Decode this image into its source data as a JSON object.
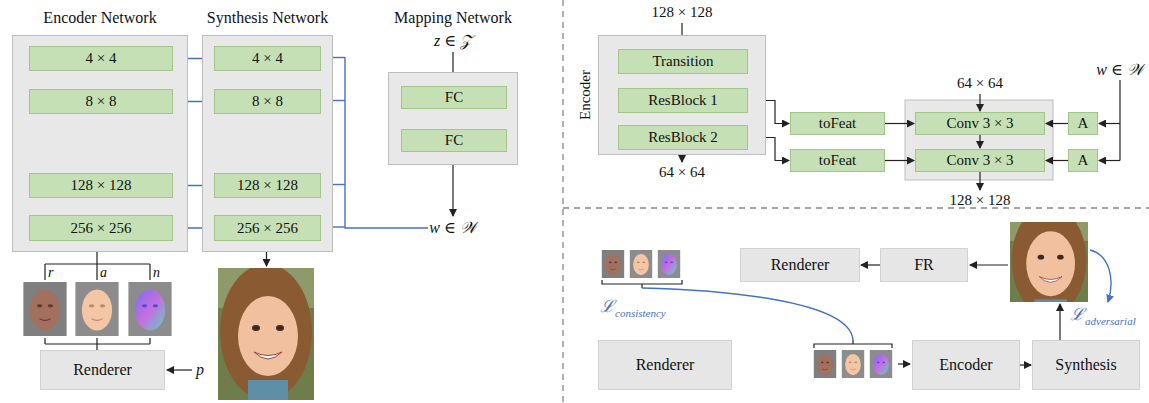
{
  "diagram": {
    "nodes": [
      {
        "text": [
          "Encoder Network"
        ]
      },
      {
        "text": [
          "4 × 4"
        ],
        "in": 0
      },
      {
        "text": [
          "8 × 8"
        ],
        "in": 0
      },
      {
        "text": [
          "128 × 128"
        ],
        "in": 0
      },
      {
        "text": [
          "256 × 256"
        ],
        "in": 0
      },
      {
        "text": [
          "Synthesis Network"
        ]
      },
      {
        "text": [
          "4 × 4"
        ],
        "in": 5
      },
      {
        "text": [
          "8 × 8"
        ],
        "in": 5
      },
      {
        "text": [
          "128 × 128"
        ],
        "in": 5
      },
      {
        "text": [
          "256 × 256"
        ],
        "in": 5
      },
      {
        "text": [
          "Mapping Network"
        ]
      },
      {
        "text": [
          "FC"
        ],
        "in": 10
      },
      {
        "text": [
          "FC"
        ],
        "in": 10
      },
      {
        "text": [
          "Renderer"
        ]
      },
      {
        "text": [
          "Encoder"
        ]
      },
      {
        "text": [
          "Transition"
        ],
        "in": 14
      },
      {
        "text": [
          "ResBlock 1"
        ],
        "in": 14
      },
      {
        "text": [
          "ResBlock 2"
        ],
        "in": 14
      },
      {
        "text": [
          "toFeat"
        ]
      },
      {
        "text": [
          "toFeat"
        ]
      },
      {
        "text": [
          "Conv 3 × 3"
        ]
      },
      {
        "text": [
          "Conv 3 × 3"
        ]
      },
      {
        "text": [
          "A"
        ]
      },
      {
        "text": [
          "A"
        ]
      },
      {
        "text": [
          "Renderer"
        ]
      },
      {
        "text": [
          "FR"
        ]
      },
      {
        "text": [
          "Renderer"
        ]
      },
      {
        "text": [
          "Encoder"
        ]
      },
      {
        "text": [
          "Synthesis"
        ]
      }
    ],
    "edges": [
      {
        "from": 1,
        "to": 6,
        "arrow": "to"
      },
      {
        "from": 2,
        "to": 7,
        "arrow": "to"
      },
      {
        "from": 3,
        "to": 8,
        "arrow": "to"
      },
      {
        "from": 4,
        "to": 9,
        "arrow": "to"
      },
      {
        "from": 2,
        "to": 1,
        "arrow": "to"
      },
      {
        "from": 4,
        "to": 3,
        "arrow": "to"
      },
      {
        "from": 6,
        "to": 7,
        "arrow": "to"
      },
      {
        "from": 8,
        "to": 9,
        "arrow": "to"
      },
      {
        "from": 11,
        "to": 12,
        "arrow": "to"
      },
      {
        "from": 16,
        "to": 18,
        "arrow": "to"
      },
      {
        "from": 17,
        "to": 19,
        "arrow": "to"
      },
      {
        "from": 18,
        "to": 20,
        "arrow": "to"
      },
      {
        "from": 19,
        "to": 21,
        "arrow": "to"
      },
      {
        "from": 22,
        "to": 20,
        "arrow": "to"
      },
      {
        "from": 23,
        "to": 21,
        "arrow": "to"
      },
      {
        "from": 25,
        "to": 24,
        "arrow": "to"
      },
      {
        "from": 27,
        "to": 28,
        "arrow": "to"
      }
    ],
    "labels": [
      "z ∈ 𝒵",
      "w ∈ 𝒲",
      "r",
      "a",
      "n",
      "p",
      "128 × 128",
      "64 × 64",
      "64 × 64",
      "128 × 128",
      "w ∈ 𝒲",
      "ℒ",
      "consistency",
      "ℒ",
      "adversarial"
    ]
  }
}
